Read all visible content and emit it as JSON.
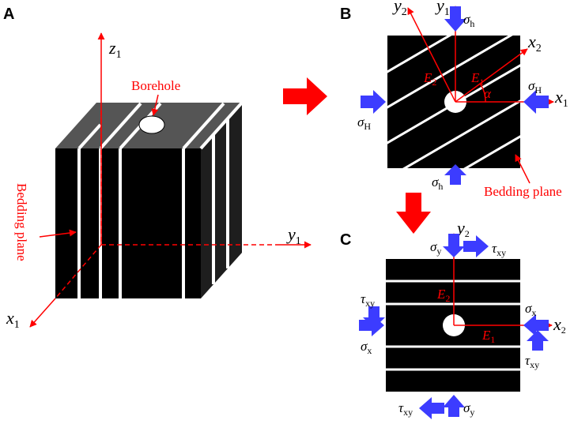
{
  "colors": {
    "axis": "#ff0000",
    "rock": "#000000",
    "top_face": "#555555",
    "side_face": "#1e1e1e",
    "bedding": "#ffffff",
    "stress_arrow": "#3c3cff",
    "big_arrow": "#ff0000"
  },
  "icons": {
    "big_arrow_right": "thick-red-arrow-right",
    "big_arrow_down": "thick-red-arrow-down",
    "stress_arrow": "blue-block-arrow"
  },
  "panels": {
    "A": {
      "letter": "A",
      "axes": {
        "z": "z",
        "z_sub": "1",
        "y": "y",
        "y_sub": "1",
        "x": "x",
        "x_sub": "1"
      },
      "labels": {
        "borehole": "Borehole",
        "bedding": "Bedding plane"
      }
    },
    "B": {
      "letter": "B",
      "axes": {
        "y2": "y",
        "y2_sub": "2",
        "y1": "y",
        "y1_sub": "1",
        "x2": "x",
        "x2_sub": "2",
        "x1": "x",
        "x1_sub": "1"
      },
      "moduli": {
        "e2": "E",
        "e2_sub": "2",
        "e1": "E",
        "e1_sub": "1"
      },
      "angle": "α",
      "stresses": {
        "sigma": "σ",
        "h_sub": "h",
        "H_sub": "H"
      },
      "labels": {
        "bedding": "Bedding plane"
      }
    },
    "C": {
      "letter": "C",
      "axes": {
        "y2": "y",
        "y2_sub": "2",
        "x2": "x",
        "x2_sub": "2"
      },
      "moduli": {
        "e2": "E",
        "e2_sub": "2",
        "e1": "E",
        "e1_sub": "1"
      },
      "stresses": {
        "sigma": "σ",
        "tau": "τ",
        "x_sub": "x",
        "y_sub": "y",
        "xy_sub": "xy"
      }
    }
  }
}
